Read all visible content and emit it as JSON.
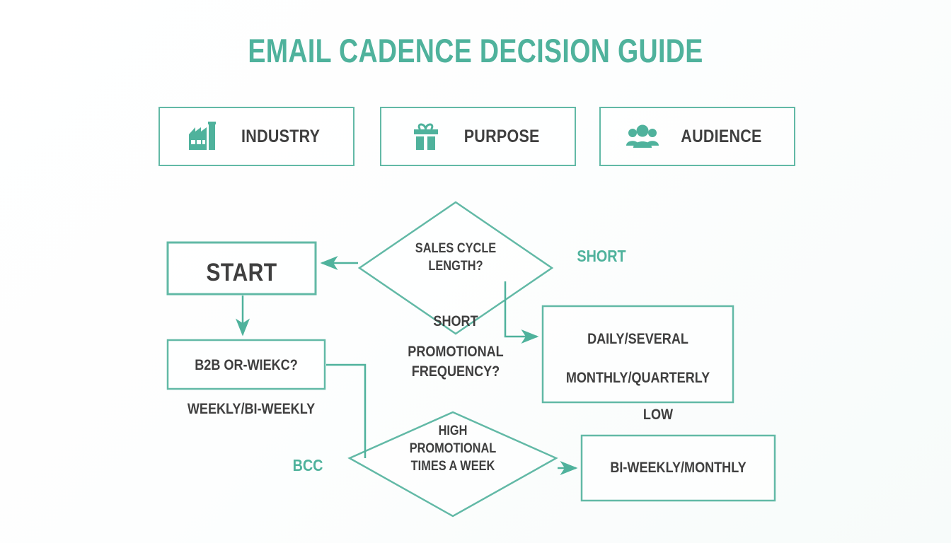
{
  "title": "EMAIL CADENCE DECISION GUIDE",
  "colors": {
    "teal": "#4fb29c",
    "border_teal": "#62b9a6",
    "text_dark": "#3f3f3f",
    "background": "#ffffff"
  },
  "criteria": [
    {
      "label": "INDUSTRY",
      "icon": "factory-icon"
    },
    {
      "label": "PURPOSE",
      "icon": "gift-icon"
    },
    {
      "label": "AUDIENCE",
      "icon": "people-group-icon"
    }
  ],
  "flowchart": {
    "type": "flowchart",
    "nodes": [
      {
        "id": "start",
        "shape": "rectangle",
        "text": "START"
      },
      {
        "id": "sales_cycle",
        "shape": "diamond",
        "text": "SALES CYCLE\nLENGTH?"
      },
      {
        "id": "b2b",
        "shape": "rectangle",
        "text": "B2B OR-WIEKC?"
      },
      {
        "id": "daily",
        "shape": "rectangle",
        "text": "DAILY/SEVERAL\n\nMONTHLY/QUARTERLY"
      },
      {
        "id": "high_promo",
        "shape": "diamond",
        "text": "HIGH\nPROMOTIONAL\nTIMES A WEEK"
      },
      {
        "id": "biweekly",
        "shape": "rectangle",
        "text": "BI-WEEKLY/MONTHLY"
      }
    ],
    "edge_labels": [
      {
        "id": "short_right",
        "text": "SHORT",
        "color": "teal"
      },
      {
        "id": "short_mid",
        "text": "SHORT",
        "color": "dark"
      },
      {
        "id": "promo_freq",
        "text": "PROMOTIONAL\nFREQUENCY?",
        "color": "dark"
      },
      {
        "id": "weekly",
        "text": "WEEKLY/BI-WEEKLY",
        "color": "dark"
      },
      {
        "id": "low",
        "text": "LOW",
        "color": "dark"
      },
      {
        "id": "bcc",
        "text": "BCC",
        "color": "teal"
      }
    ]
  }
}
